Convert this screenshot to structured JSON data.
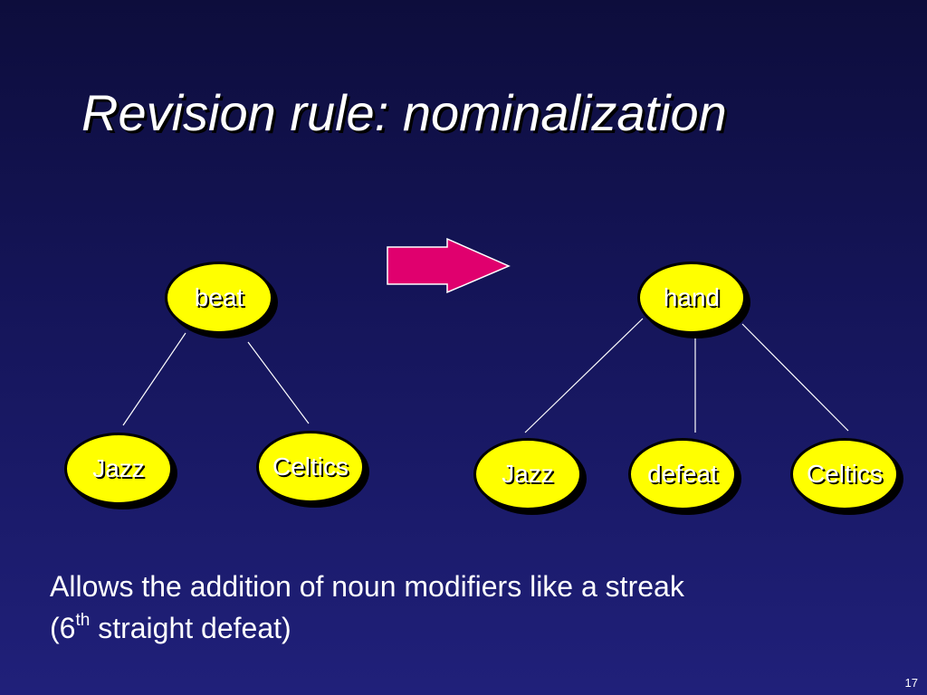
{
  "slide": {
    "title": "Revision rule: nominalization",
    "slide_number": "17"
  },
  "colors": {
    "background": "#15155a",
    "node_fill": "#ffff00",
    "arrow_fill": "#e0006e",
    "text": "#ffffff"
  },
  "diagram": {
    "before": {
      "root": "beat",
      "children": [
        "Jazz",
        "Celtics"
      ]
    },
    "arrow_icon": "right-arrow-icon",
    "after": {
      "root": "hand",
      "children": [
        "Jazz",
        "defeat",
        "Celtics"
      ]
    }
  },
  "body": {
    "line1": "Allows the addition of noun modifiers like a streak",
    "line2_prefix": "(6",
    "line2_sup": "th",
    "line2_suffix": " straight defeat)"
  }
}
